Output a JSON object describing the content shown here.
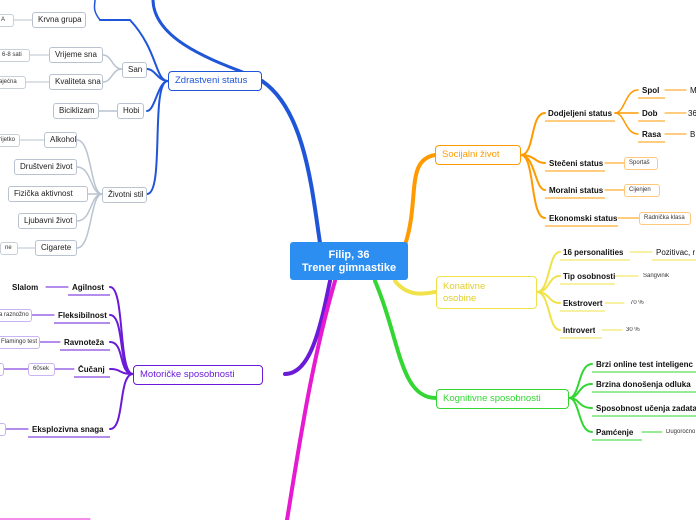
{
  "central": {
    "line1": "Filip, 36",
    "line2": "Trener gimnastike"
  },
  "colors": {
    "central": "#2c8ef0",
    "health": "#1f56d8",
    "social": "#ff9a00",
    "conative": "#f0e34a",
    "cognitive": "#33d633",
    "motor": "#6a1bd8",
    "magenta": "#e61ad0",
    "grey": "#b9c3cf"
  },
  "health": {
    "title": "Zdrastveni status",
    "blood_value": "A",
    "blood_label": "Krvna grupa",
    "sleep": "San",
    "sleep_time": "Vrijeme sna",
    "sleep_time_value": "6-8 sati",
    "sleep_quality": "Kvaliteta sna",
    "sleep_quality_value": "ajećna",
    "hobby": "Hobi",
    "hobby_value": "Biciklizam",
    "lifestyle": "Životni stil",
    "alcohol": "Alkohol",
    "alcohol_value": "rijetko",
    "social_life": "Društveni život",
    "physical": "Fizička aktivnost",
    "love": "Ljubavni život",
    "cigarettes": "Cigarete",
    "cigarettes_value": "ne"
  },
  "social": {
    "title": "Socijalni život",
    "assigned": "Dodjeljeni status",
    "gender": "Spol",
    "gender_value": "M",
    "age": "Dob",
    "age_value": "36",
    "race": "Rasa",
    "race_value": "B",
    "acquired": "Stečeni status",
    "acquired_value": "Sportaš",
    "moral": "Moralni status",
    "moral_value": "Cijenjen",
    "economic": "Ekonomski status",
    "economic_value": "Radnička klasa"
  },
  "conative": {
    "title_line1": "Konativne",
    "title_line2": "osobine",
    "personalities": "16 personalities",
    "personalities_value": "Pozitivac, r",
    "personality_type": "Tip osobnosti",
    "personality_type_value": "Sangvinik",
    "extrovert": "Ekstrovert",
    "extrovert_value": "70 %",
    "introvert": "Introvert",
    "introvert_value": "30 %"
  },
  "cognitive": {
    "title": "Kognitivne sposobnosti",
    "test": "Brzi online test inteligenc",
    "decision": "Brzina donošenja odluka",
    "learning": "Sposobnost učenja zadata",
    "memory": "Pamćenje",
    "memory_value": "Dugoročno"
  },
  "motor": {
    "title": "Motoričke sposobnosti",
    "agility": "Agilnost",
    "agility_value": "Slalom",
    "flexibility": "Fleksibilnost",
    "flexibility_value": "a raznožno",
    "balance": "Ravnoteža",
    "balance_value": "Flamingo test",
    "squat": "Čučanj",
    "squat_value": "60sek",
    "explosive": "Eksplozivna snaga"
  }
}
